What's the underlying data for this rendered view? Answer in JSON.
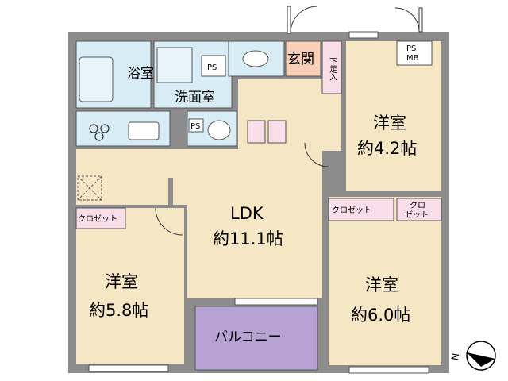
{
  "rooms": {
    "bath": "浴室",
    "washroom": "洗面室",
    "entrance": "玄関",
    "shoe_storage": "下足入",
    "ps": "PS",
    "ps_mb_1": "PS",
    "ps_mb_2": "MB",
    "western_a_name": "洋室",
    "western_a_size": "約4.2帖",
    "ldk_name": "LDK",
    "ldk_size": "約11.1帖",
    "western_b_name": "洋室",
    "western_b_size": "約5.8帖",
    "western_c_name": "洋室",
    "western_c_size": "約6.0帖",
    "closet": "クロゼット",
    "closet_small_1": "クロ",
    "closet_small_2": "ゼット",
    "balcony": "バルコニー"
  },
  "compass": {
    "label": "N"
  },
  "colors": {
    "wall": "#8c8c8c",
    "floor_wood": "#f5e6c4",
    "wet_area": "#d8ecf5",
    "entrance": "#f9d0b7",
    "closet": "#f9dde8",
    "balcony": "#b7a3d3",
    "door_leaf": "#ffffff"
  }
}
